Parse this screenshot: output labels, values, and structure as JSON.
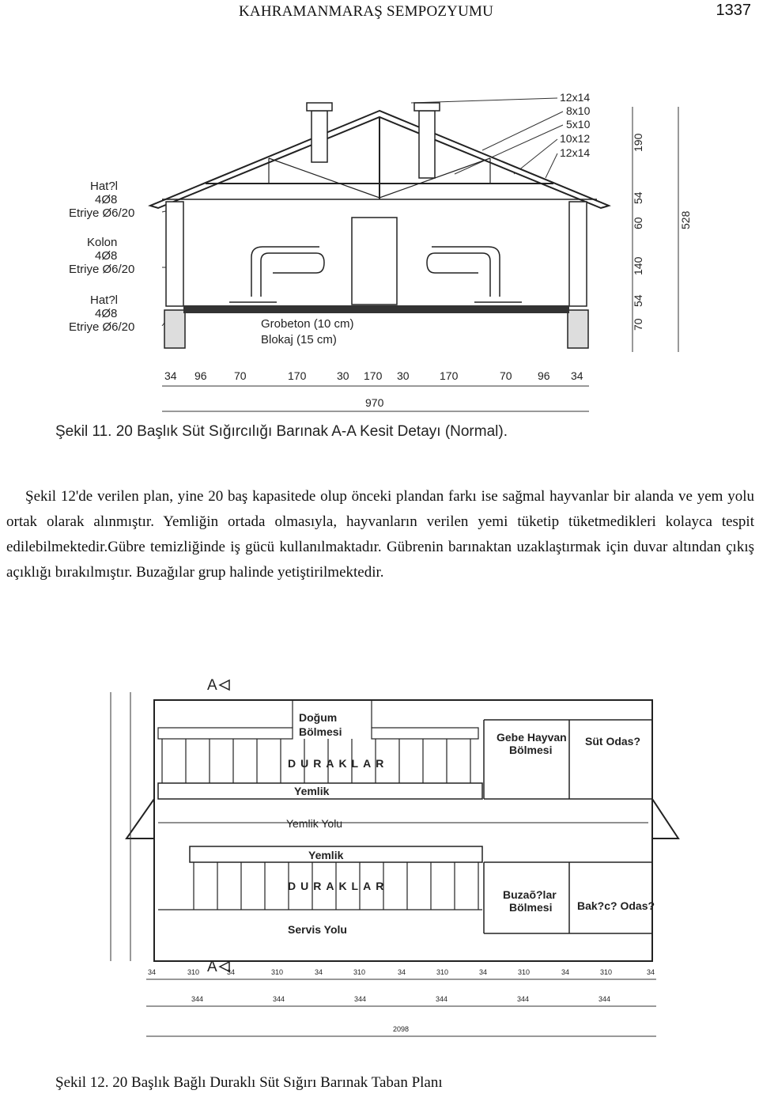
{
  "header": {
    "title": "KAHRAMANMARAŞ SEMPOZYUMU",
    "page_number": "1337"
  },
  "figure1": {
    "caption": "Şekil 11. 20 Başlık Süt Sığırcılığı Barınak A-A Kesit Detayı (Normal).",
    "left_labels": [
      "Hat?l",
      "4Ø8",
      "Etriye Ø6/20",
      "Kolon",
      "4Ø8",
      "Etriye Ø6/20",
      "Hat?l",
      "4Ø8",
      "Etriye Ø6/20"
    ],
    "timber_sizes": [
      "12x14",
      "8x10",
      "5x10",
      "10x12",
      "12x14"
    ],
    "floor_labels": [
      "Grobeton (10 cm)",
      "Blokaj (15 cm)"
    ],
    "bottom_dims": [
      "34",
      "96",
      "70",
      "170",
      "30",
      "170",
      "30",
      "170",
      "70",
      "96",
      "34"
    ],
    "total_width": "970",
    "right_dims_inner": [
      "190",
      "54",
      "60",
      "140",
      "54",
      "70"
    ],
    "right_dim_total": "528"
  },
  "paragraph": "Şekil 12'de verilen plan, yine 20 baş kapasitede olup önceki plandan farkı ise sağmal hayvanlar bir alanda ve yem yolu ortak olarak alınmıştır. Yemliğin ortada olmasıyla, hayvanların verilen yemi tüketip tüketmedikleri kolayca tespit edilebilmektedir.Gübre temizliğinde iş gücü kullanılmaktadır. Gübrenin barınaktan uzaklaştırmak için duvar altından çıkış açıklığı bırakılmıştır. Buzağılar grup halinde yetiştirilmektedir.",
  "figure2": {
    "caption": "Şekil 12. 20 Başlık Bağlı Duraklı Süt Sığırı Barınak Taban Planı",
    "section_marker": "A",
    "rooms": {
      "dogum_l1": "Doğum",
      "dogum_l2": "Bölmesi",
      "gebe_l1": "Gebe Hayvan",
      "gebe_l2": "Bölmesi",
      "sut": "Süt Odas?",
      "duraklar_top": "DURAKLAR",
      "yemlik_top": "Yemlik",
      "yemlik_yolu": "Yemlik Yolu",
      "yemlik_bottom": "Yemlik",
      "duraklar_bottom": "DURAKLAR",
      "servis": "Servis Yolu",
      "buzagi_l1": "Buzaõ?lar",
      "buzagi_l2": "Bölmesi",
      "bakici": "Bak?c? Odas?"
    },
    "bottom_dims_row1": [
      "34",
      "310",
      "34",
      "310",
      "34",
      "310",
      "34",
      "310",
      "34",
      "310",
      "34",
      "310",
      "34"
    ],
    "bottom_dims_row2": [
      "344",
      "344",
      "344",
      "344",
      "344",
      "344"
    ],
    "total": "2098"
  }
}
